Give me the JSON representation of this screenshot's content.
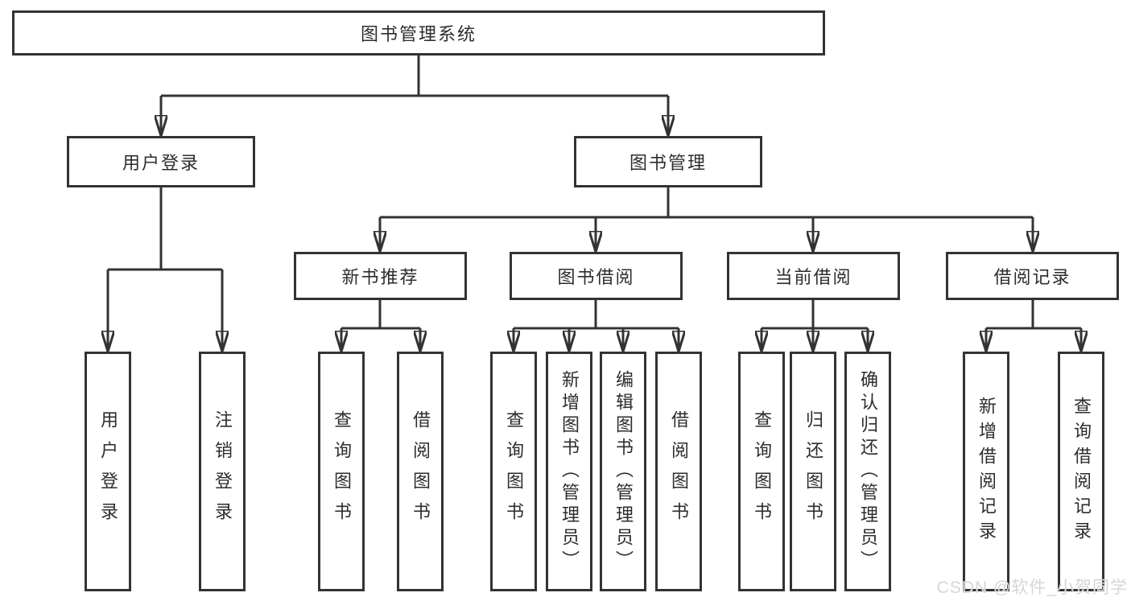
{
  "nodes": {
    "root": "图书管理系统",
    "level2": [
      "用户登录",
      "图书管理"
    ],
    "level3": [
      "新书推荐",
      "图书借阅",
      "当前借阅",
      "借阅记录"
    ],
    "leaves": [
      "用户登录",
      "注销登录",
      "查询图书",
      "借阅图书",
      "查询图书",
      "新增图书（管理员）",
      "编辑图书（管理员）",
      "借阅图书",
      "查询图书",
      "归还图书",
      "确认归还（管理员）",
      "新增借阅记录",
      "查询借阅记录"
    ]
  },
  "tree": {
    "图书管理系统": {
      "用户登录": [
        "用户登录",
        "注销登录"
      ],
      "图书管理": {
        "新书推荐": [
          "查询图书",
          "借阅图书"
        ],
        "图书借阅": [
          "查询图书",
          "新增图书（管理员）",
          "编辑图书（管理员）",
          "借阅图书"
        ],
        "当前借阅": [
          "查询图书",
          "归还图书",
          "确认归还（管理员）"
        ],
        "借阅记录": [
          "新增借阅记录",
          "查询借阅记录"
        ]
      }
    }
  },
  "watermark": "CSDN @软件_小贺同学",
  "colors": {
    "line": "#333333",
    "text": "#2d2d2d",
    "background": "#ffffff",
    "watermark": "#d6d6d6"
  }
}
